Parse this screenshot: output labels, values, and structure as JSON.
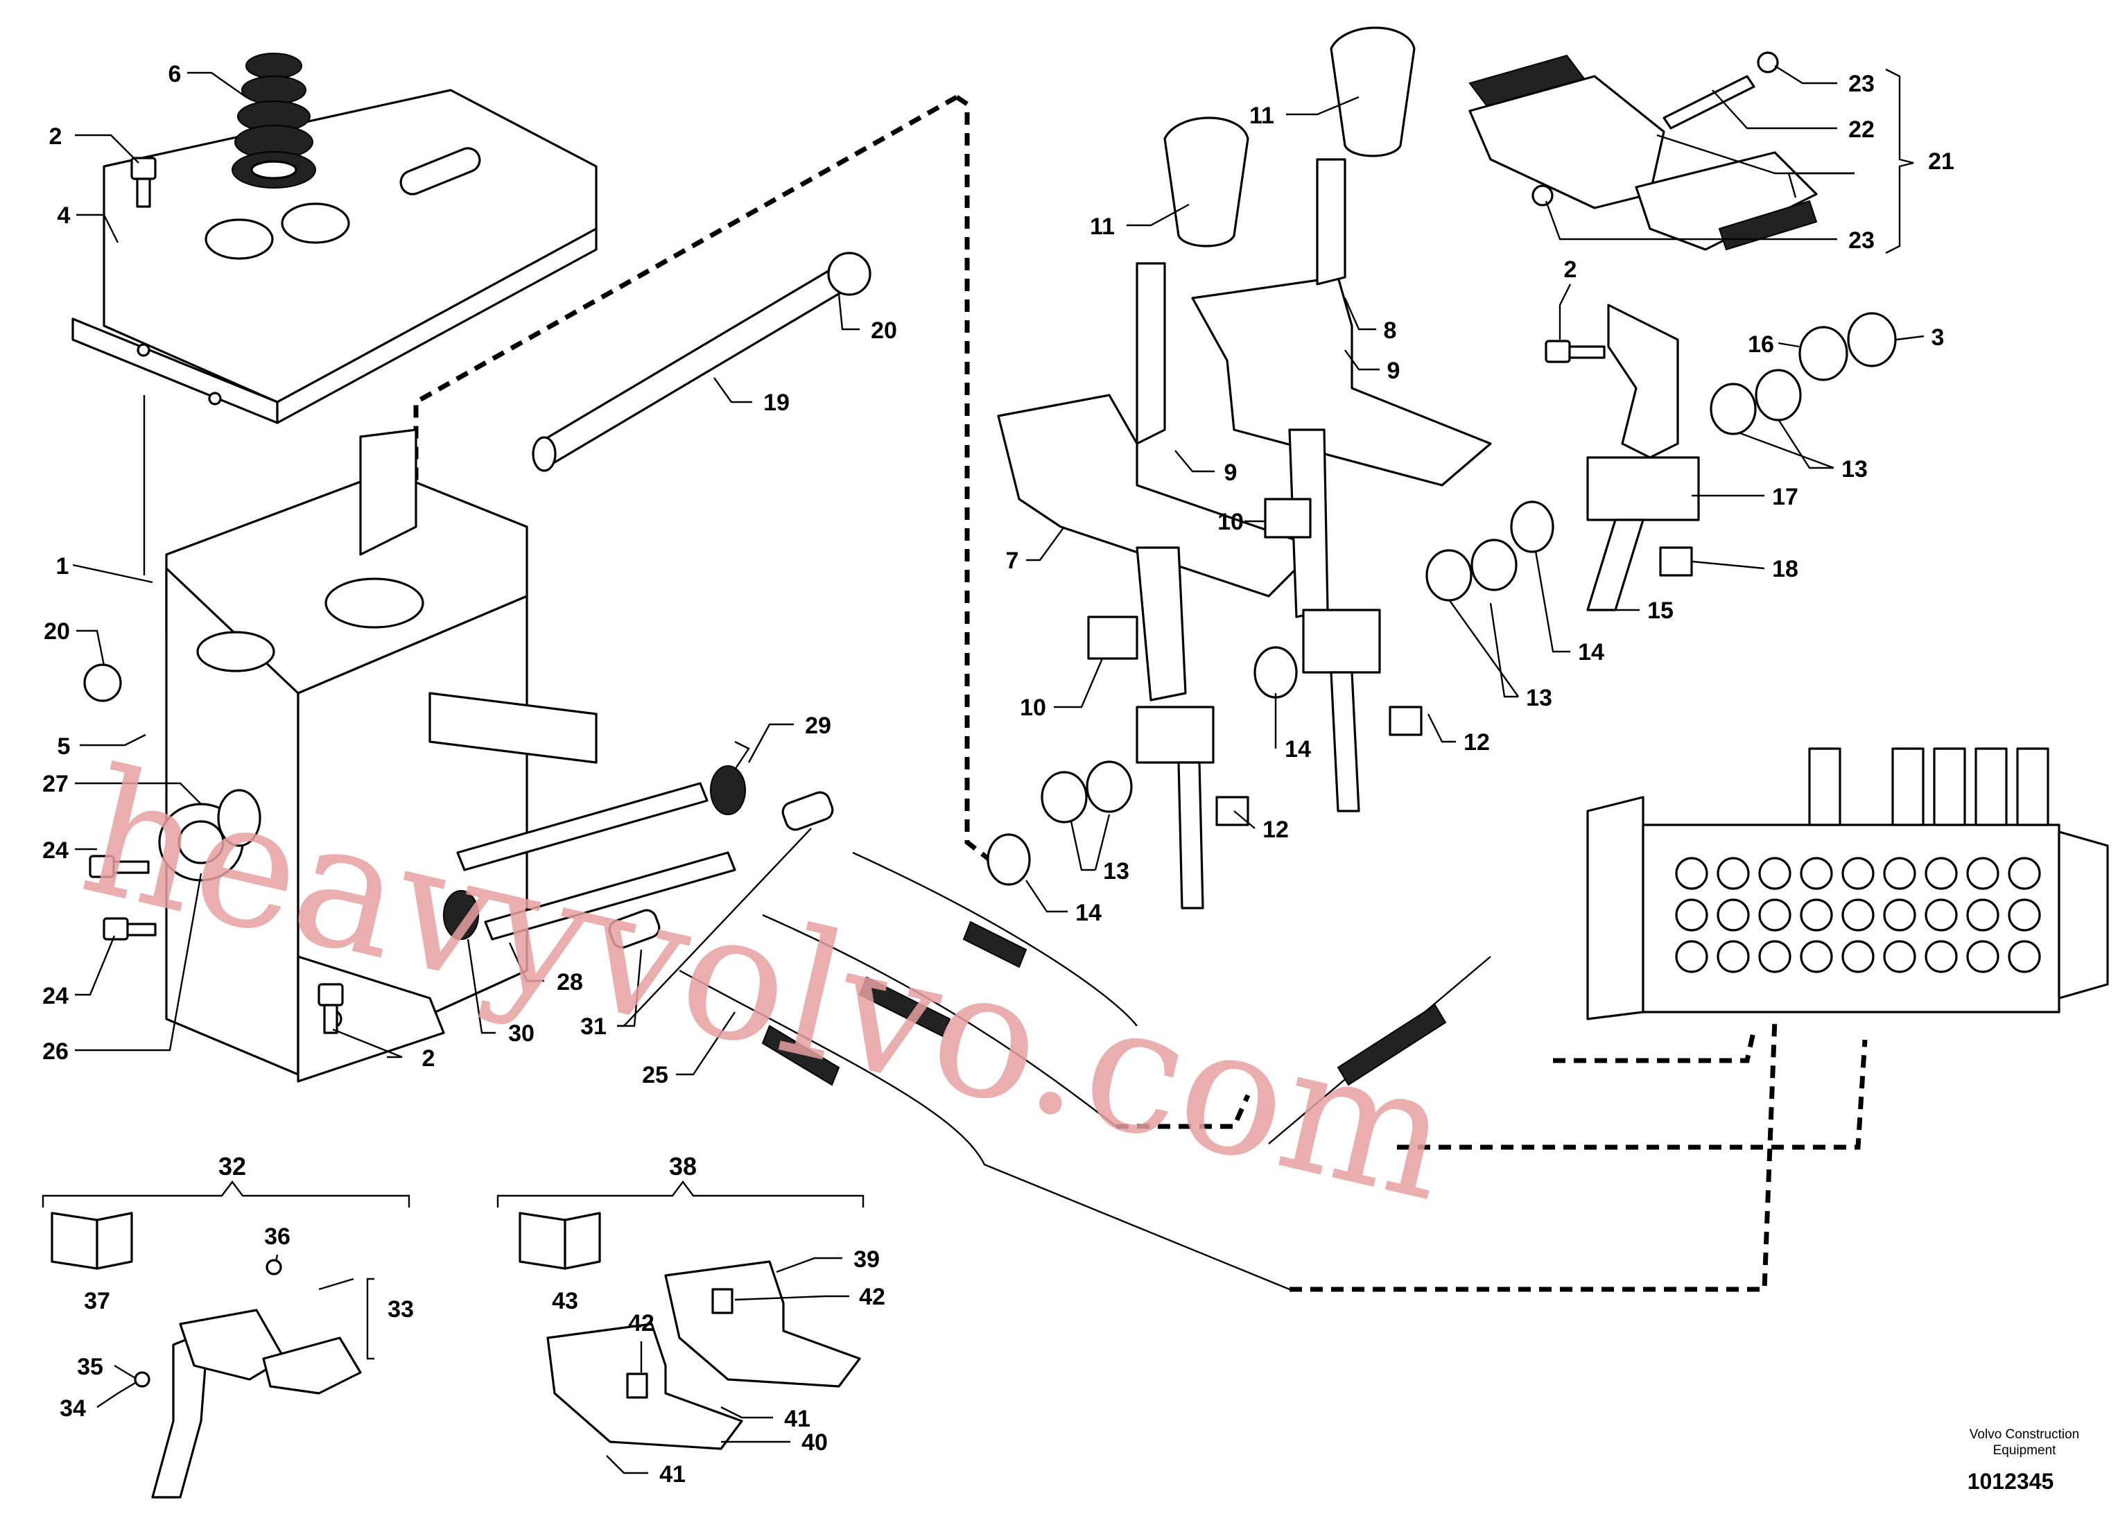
{
  "callouts": {
    "c1": "1",
    "c2a": "2",
    "c2b": "2",
    "c2c": "2",
    "c3": "3",
    "c4": "4",
    "c5": "5",
    "c6": "6",
    "c7": "7",
    "c8": "8",
    "c9a": "9",
    "c9b": "9",
    "c10a": "10",
    "c10b": "10",
    "c11a": "11",
    "c11b": "11",
    "c12a": "12",
    "c12b": "12",
    "c13a": "13",
    "c13b": "13",
    "c13c": "13",
    "c14a": "14",
    "c14b": "14",
    "c14c": "14",
    "c15": "15",
    "c16": "16",
    "c17": "17",
    "c18": "18",
    "c19": "19",
    "c20a": "20",
    "c20b": "20",
    "c21": "21",
    "c22": "22",
    "c23a": "23",
    "c23b": "23",
    "c24a": "24",
    "c24b": "24",
    "c25": "25",
    "c26": "26",
    "c27": "27",
    "c28": "28",
    "c29": "29",
    "c30": "30",
    "c31": "31",
    "c33": "33",
    "c34": "34",
    "c35": "35",
    "c36": "36",
    "c37": "37",
    "c39": "39",
    "c40": "40",
    "c41a": "41",
    "c41b": "41",
    "c42a": "42",
    "c42b": "42",
    "c43": "43"
  },
  "groups": {
    "g32": "32",
    "g38": "38"
  },
  "credit_line1": "Volvo Construction",
  "credit_line2": "Equipment",
  "document_number": "1012345",
  "watermark": "heavyvolvo.com",
  "colors": {
    "line": "#000000",
    "background": "#ffffff",
    "watermark": "#e8a0a0"
  }
}
